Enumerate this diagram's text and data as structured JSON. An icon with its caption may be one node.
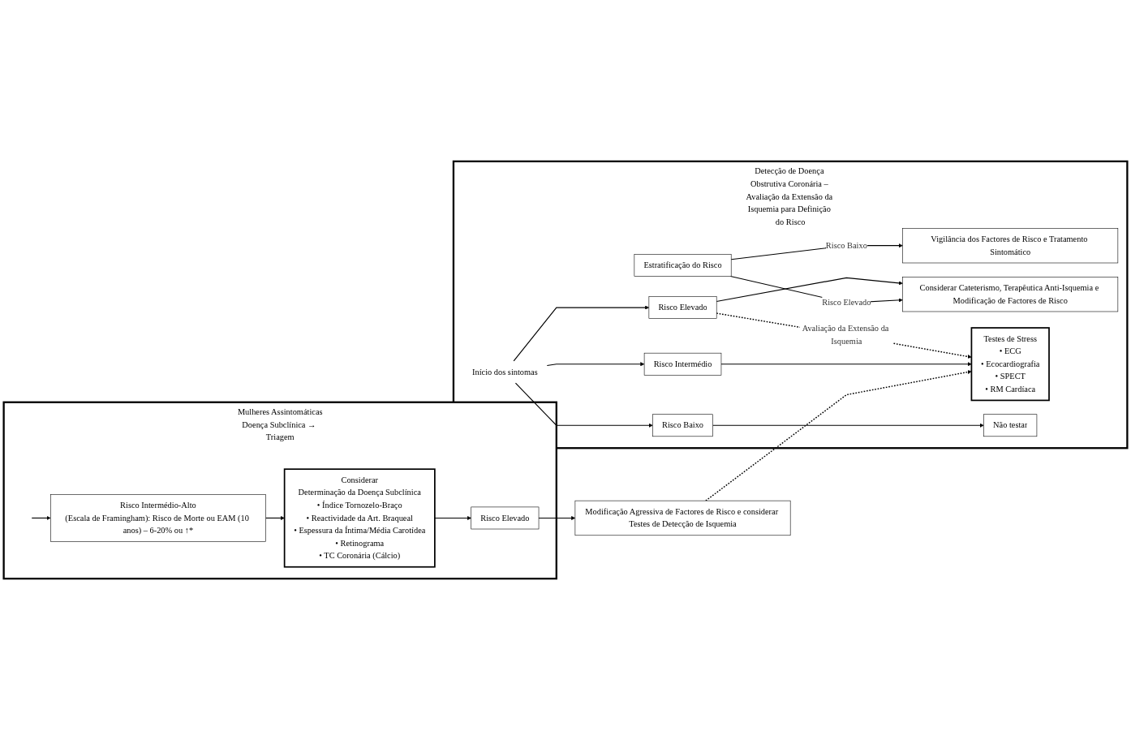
{
  "diagram": {
    "nodes": [
      {
        "text": [
          "Mulheres Assintomáticas",
          "Doença Subclínica → Triagem"
        ]
      },
      {
        "text": [
          "Risco Intermédio-Alto",
          "(Escala de Framingham): Risco de Morte ou EAM (10 anos) – 6-20% ou ↑*"
        ],
        "in": 0
      },
      {
        "text": [
          "Considerar",
          "Determinação da Doença Subclínica",
          "• Índice Tornozelo-Braço",
          "• Reactividade da Art. Braqueal",
          "• Espessura da Íntima/Média Carotídea",
          "• Retinograma",
          "• TC Coronária (Cálcio)"
        ],
        "in": 0
      },
      {
        "text": [
          "Risco Elevado"
        ],
        "in": 0
      },
      {
        "text": [
          "Detecção de Doença Obstrutiva Coronária – Avaliação da Extensão da Isquemia para Definição do Risco"
        ]
      },
      {
        "text": [
          "Início dos sintomas"
        ],
        "in": 4
      },
      {
        "text": [
          "Risco Elevado"
        ],
        "in": 4
      },
      {
        "text": [
          "Considerar Cateterismo, Terapêutica Anti-Isquemia e Modificação de Factores de Risco"
        ],
        "in": 4
      },
      {
        "text": [
          "Risco Intermédio"
        ],
        "in": 4
      },
      {
        "text": [
          "Testes de Stress",
          "• ECG",
          "• Ecocardiografia",
          "• SPECT",
          "• RM Cardíaca"
        ],
        "in": 4
      },
      {
        "text": [
          "Estratificação do Risco"
        ],
        "in": 4
      },
      {
        "text": [
          "Risco Baixo"
        ],
        "in": 4
      },
      {
        "text": [
          "Não testar"
        ],
        "in": 4
      },
      {
        "text": [
          "Vigilância dos Factores de Risco e Tratamento Sintomático"
        ],
        "in": 4
      },
      {
        "text": [
          "Modificação Agressiva de Factores de Risco e considerar Testes de Detecção de Isquemia"
        ]
      }
    ],
    "edges": [
      {
        "from": null,
        "to": 1,
        "arrow": "to"
      },
      {
        "from": 1,
        "to": 2,
        "arrow": "to"
      },
      {
        "from": 2,
        "to": 3,
        "arrow": "to"
      },
      {
        "from": 3,
        "to": 14,
        "arrow": "to"
      },
      {
        "from": 5,
        "to": 6,
        "arrow": "to"
      },
      {
        "from": 5,
        "to": 8,
        "arrow": "to"
      },
      {
        "from": 5,
        "to": 11,
        "arrow": "to"
      },
      {
        "from": 6,
        "to": 7,
        "arrow": "to"
      },
      {
        "from": 6,
        "to": 9,
        "arrow": "to",
        "label": "Avaliação da Extensão da Isquemia",
        "style": "dashed"
      },
      {
        "from": 8,
        "to": 9,
        "arrow": "to"
      },
      {
        "from": 11,
        "to": 12,
        "arrow": "to"
      },
      {
        "from": 14,
        "to": 9,
        "arrow": "to",
        "style": "dashed"
      },
      {
        "from": 10,
        "to": 7,
        "arrow": "to",
        "label": "Risco Elevado"
      },
      {
        "from": 10,
        "to": 13,
        "arrow": "to",
        "label": "Risco Baixo"
      }
    ]
  }
}
